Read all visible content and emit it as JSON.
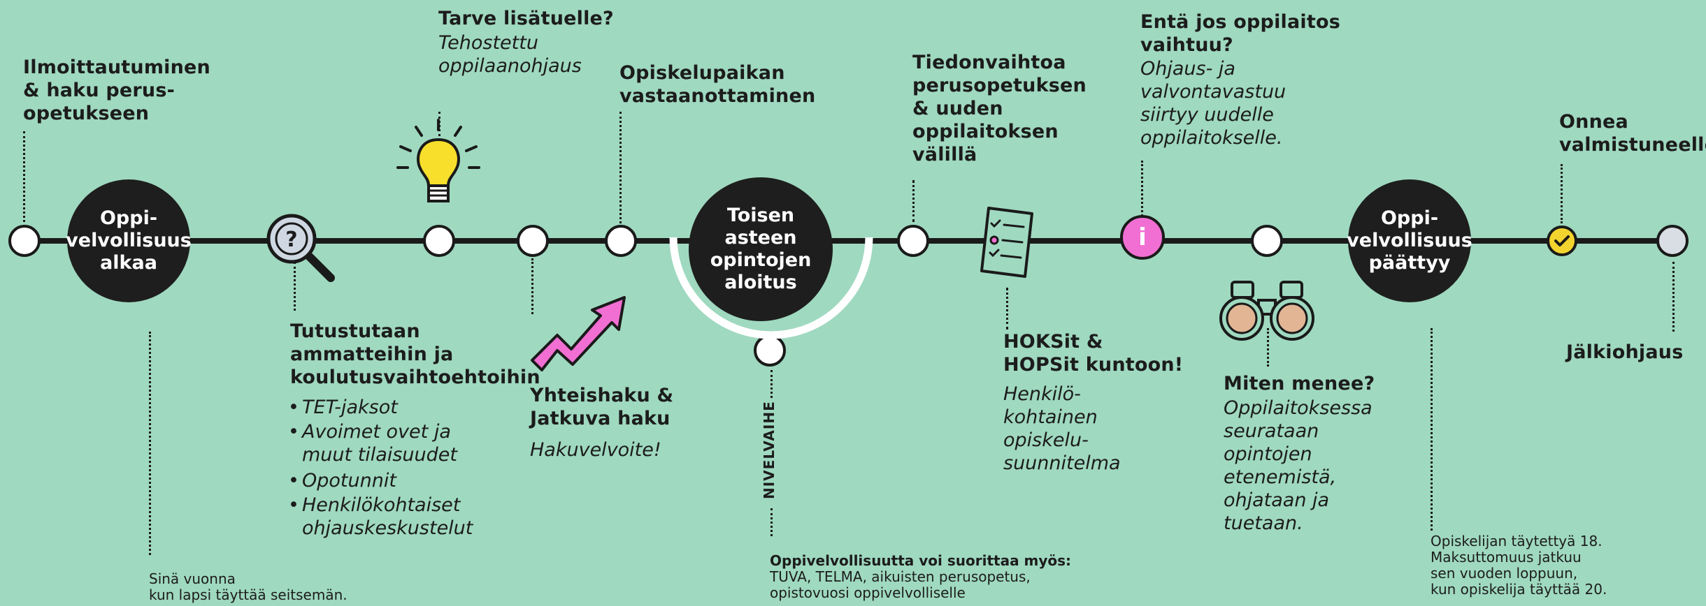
{
  "colors": {
    "background": "#9fd9c0",
    "line": "#1a1a1a",
    "circle": "#1e1e1e",
    "pink": "#f16fd2",
    "bulb": "#f7df2b",
    "check": "#f3d42f",
    "end": "#d9dde4",
    "magnifier": "#cfd8e2"
  },
  "icons": [
    "magnifier-question-icon",
    "lightbulb-icon",
    "trend-arrow-icon",
    "checklist-icon",
    "info-icon",
    "binoculars-icon",
    "check-icon"
  ],
  "milestones": {
    "ilmoittautuminen": "Ilmoittautuminen\n& haku perus-\nopetukseen",
    "alkaa_circle": "Oppi-\nvelvollisuus\nalkaa",
    "alkaa_note": "Sinä vuonna\nkun lapsi täyttää seitsemän.",
    "tutustutaan_title": "Tutustutaan\nammatteihin ja\nkoulutusvaihtoehtoihin",
    "tutustutaan_items": [
      "TET-jaksot",
      "Avoimet ovet ja\nmuut tilaisuudet",
      "Opotunnit",
      "Henkilökohtaiset\nohjauskeskustelut"
    ],
    "tarve_title": "Tarve lisätuelle?",
    "tarve_sub": "Tehostettu\noppilaanohjaus",
    "yhteishaku_title": "Yhteishaku &\nJatkuva haku",
    "yhteishaku_sub": "Hakuvelvoite!",
    "vastaanotto": "Opiskelupaikan\nvastaanottaminen",
    "toisen_circle": "Toisen\nasteen\nopintojen\naloitus",
    "nivelvaihe": "NIVELVAIHE",
    "nivel_note_title": "Oppivelvollisuutta voi suorittaa myös:",
    "nivel_note_body": "TUVA, TELMA, aikuisten perusopetus,\nopistovuosi oppivelvolliselle",
    "tiedonvaihto": "Tiedonvaihtoa\nperusopetuksen\n& uuden\noppilaitoksen\nvälillä",
    "hoks_title": "HOKSit &\nHOPSit kuntoon!",
    "hoks_sub": "Henkilö-\nkohtainen\nopiskelu-\nsuunnitelma",
    "enta_title": "Entä jos oppilaitos\nvaihtuu?",
    "enta_sub": "Ohjaus- ja\nvalvontavastuu\nsiirtyy uudelle\noppilaitokselle.",
    "info_glyph": "i",
    "miten_title": "Miten menee?",
    "miten_sub": "Oppilaitoksessa\nseurataan\nopintojen\netenemistä,\nohjataan ja\ntuetaan.",
    "paattyy_circle": "Oppi-\nvelvollisuus\npäättyy",
    "paattyy_note": "Opiskelijan täytettyä 18.\nMaksuttomuus jatkuu\nsen vuoden loppuun,\nkun opiskelija täyttää 20.",
    "onnea": "Onnea\nvalmistuneelle!",
    "jalkiohjaus": "Jälkiohjaus"
  }
}
